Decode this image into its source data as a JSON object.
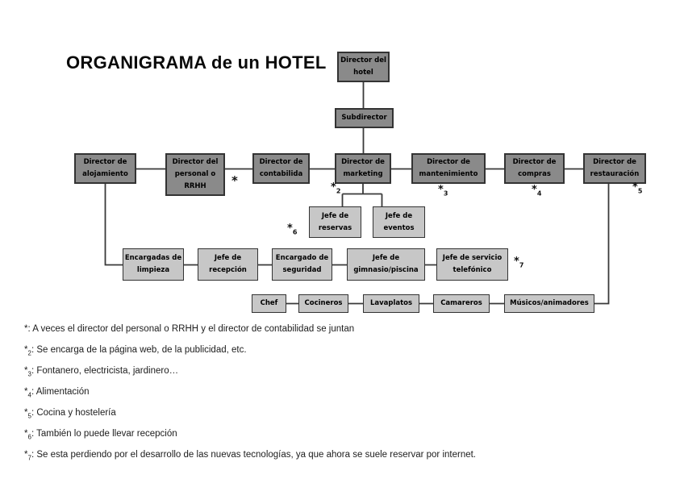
{
  "title": "ORGANIGRAMA de un HOTEL",
  "colors": {
    "dark_box": "#8a8a8a",
    "light_box": "#c7c7c7",
    "box_border": "#333333",
    "line": "#3a3a3a"
  },
  "chart_data": {
    "type": "table",
    "title": "ORGANIGRAMA de un HOTEL",
    "hierarchy": {
      "root": "Director del hotel",
      "level2": "Subdirector",
      "level3": [
        "Director de alojamiento",
        "Director del personal o RRHH",
        "Director de contabilida",
        "Director de marketing",
        "Director de mantenimiento",
        "Director de compras",
        "Director de restauración"
      ],
      "under_marketing": [
        "Jefe de reservas",
        "Jefe de eventos"
      ],
      "under_alojamiento": [
        "Encargadas de limpieza",
        "Jefe de recepción",
        "Encargado de seguridad",
        "Jefe de gimnasio/piscina",
        "Jefe de servicio telefónico"
      ],
      "under_restauracion": [
        "Chef",
        "Cocineros",
        "Lavaplatos",
        "Camareros",
        "Músicos/animadores"
      ]
    }
  },
  "nodes": {
    "director_hotel": "Director del hotel",
    "subdirector": "Subdirector",
    "dir_alojamiento": "Director de alojamiento",
    "dir_personal": "Director del personal o RRHH",
    "dir_contabilidad": "Director de contabilida",
    "dir_marketing": "Director de marketing",
    "dir_mantenimiento": "Director de mantenimiento",
    "dir_compras": "Director de compras",
    "dir_restauracion": "Director de restauración",
    "jefe_reservas": "Jefe de reservas",
    "jefe_eventos": "Jefe de eventos",
    "enc_limpieza": "Encargadas de limpieza",
    "jefe_recepcion": "Jefe de recepción",
    "enc_seguridad": "Encargado de seguridad",
    "jefe_gimnasio": "Jefe de gimnasio/piscina",
    "jefe_telefonico": "Jefe de servicio telefónico",
    "chef": "Chef",
    "cocineros": "Cocineros",
    "lavaplatos": "Lavaplatos",
    "camareros": "Camareros",
    "musicos": "Músicos/animadores"
  },
  "markers": {
    "m1": {
      "symbol": "*",
      "sub": ""
    },
    "m2": {
      "symbol": "*",
      "sub": "2"
    },
    "m3": {
      "symbol": "*",
      "sub": "3"
    },
    "m4": {
      "symbol": "*",
      "sub": "4"
    },
    "m5": {
      "symbol": "*",
      "sub": "5"
    },
    "m6": {
      "symbol": "*",
      "sub": "6"
    },
    "m7": {
      "symbol": "*",
      "sub": "7"
    }
  },
  "footnotes": {
    "f1": {
      "symbol": "*",
      "sub": "",
      "text": ": A veces el director del personal o RRHH y el director de contabilidad se juntan"
    },
    "f2": {
      "symbol": "*",
      "sub": "2",
      "text": ": Se encarga de la página web, de la publicidad, etc."
    },
    "f3": {
      "symbol": "*",
      "sub": "3",
      "text": ": Fontanero, electricista, jardinero…"
    },
    "f4": {
      "symbol": "*",
      "sub": "4",
      "text": ": Alimentación"
    },
    "f5": {
      "symbol": "*",
      "sub": "5",
      "text": ": Cocina y hostelería"
    },
    "f6": {
      "symbol": "*",
      "sub": "6",
      "text": ": También lo puede llevar recepción"
    },
    "f7": {
      "symbol": "*",
      "sub": "7",
      "text": ": Se esta perdiendo por el desarrollo de las nuevas tecnologías, ya que ahora se suele reservar por internet."
    }
  }
}
